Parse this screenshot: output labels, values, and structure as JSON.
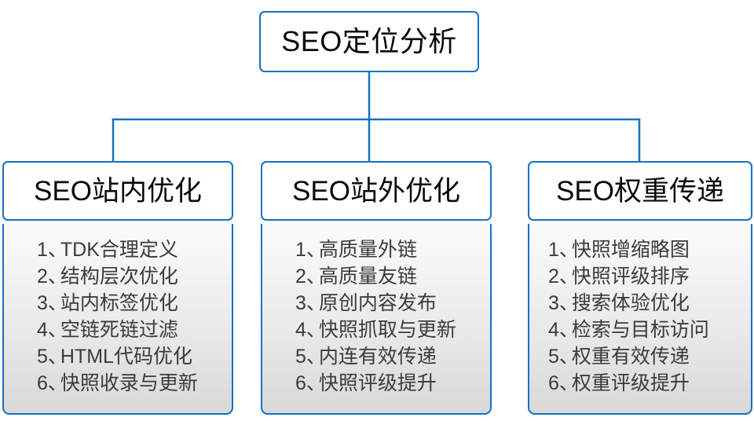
{
  "diagram": {
    "type": "org-chart",
    "root": {
      "title": "SEO定位分析"
    },
    "connector_color": "#1272c4",
    "box_border_color": "#1272c4",
    "separator": "、",
    "branches": [
      {
        "header": "SEO站内优化",
        "items": [
          {
            "index": "1",
            "text": "TDK合理定义"
          },
          {
            "index": "2",
            "text": "结构层次优化"
          },
          {
            "index": "3",
            "text": "站内标签优化"
          },
          {
            "index": "4",
            "text": "空链死链过滤"
          },
          {
            "index": "5",
            "text": "HTML代码优化"
          },
          {
            "index": "6",
            "text": "快照收录与更新"
          }
        ]
      },
      {
        "header": "SEO站外优化",
        "items": [
          {
            "index": "1",
            "text": "高质量外链"
          },
          {
            "index": "2",
            "text": "高质量友链"
          },
          {
            "index": "3",
            "text": "原创内容发布"
          },
          {
            "index": "4",
            "text": "快照抓取与更新"
          },
          {
            "index": "5",
            "text": "内连有效传递"
          },
          {
            "index": "6",
            "text": "快照评级提升"
          }
        ]
      },
      {
        "header": "SEO权重传递",
        "items": [
          {
            "index": "1",
            "text": "快照增缩略图"
          },
          {
            "index": "2",
            "text": "快照评级排序"
          },
          {
            "index": "3",
            "text": "搜索体验优化"
          },
          {
            "index": "4",
            "text": "检索与目标访问"
          },
          {
            "index": "5",
            "text": "权重有效传递"
          },
          {
            "index": "6",
            "text": "权重评级提升"
          }
        ]
      }
    ]
  }
}
